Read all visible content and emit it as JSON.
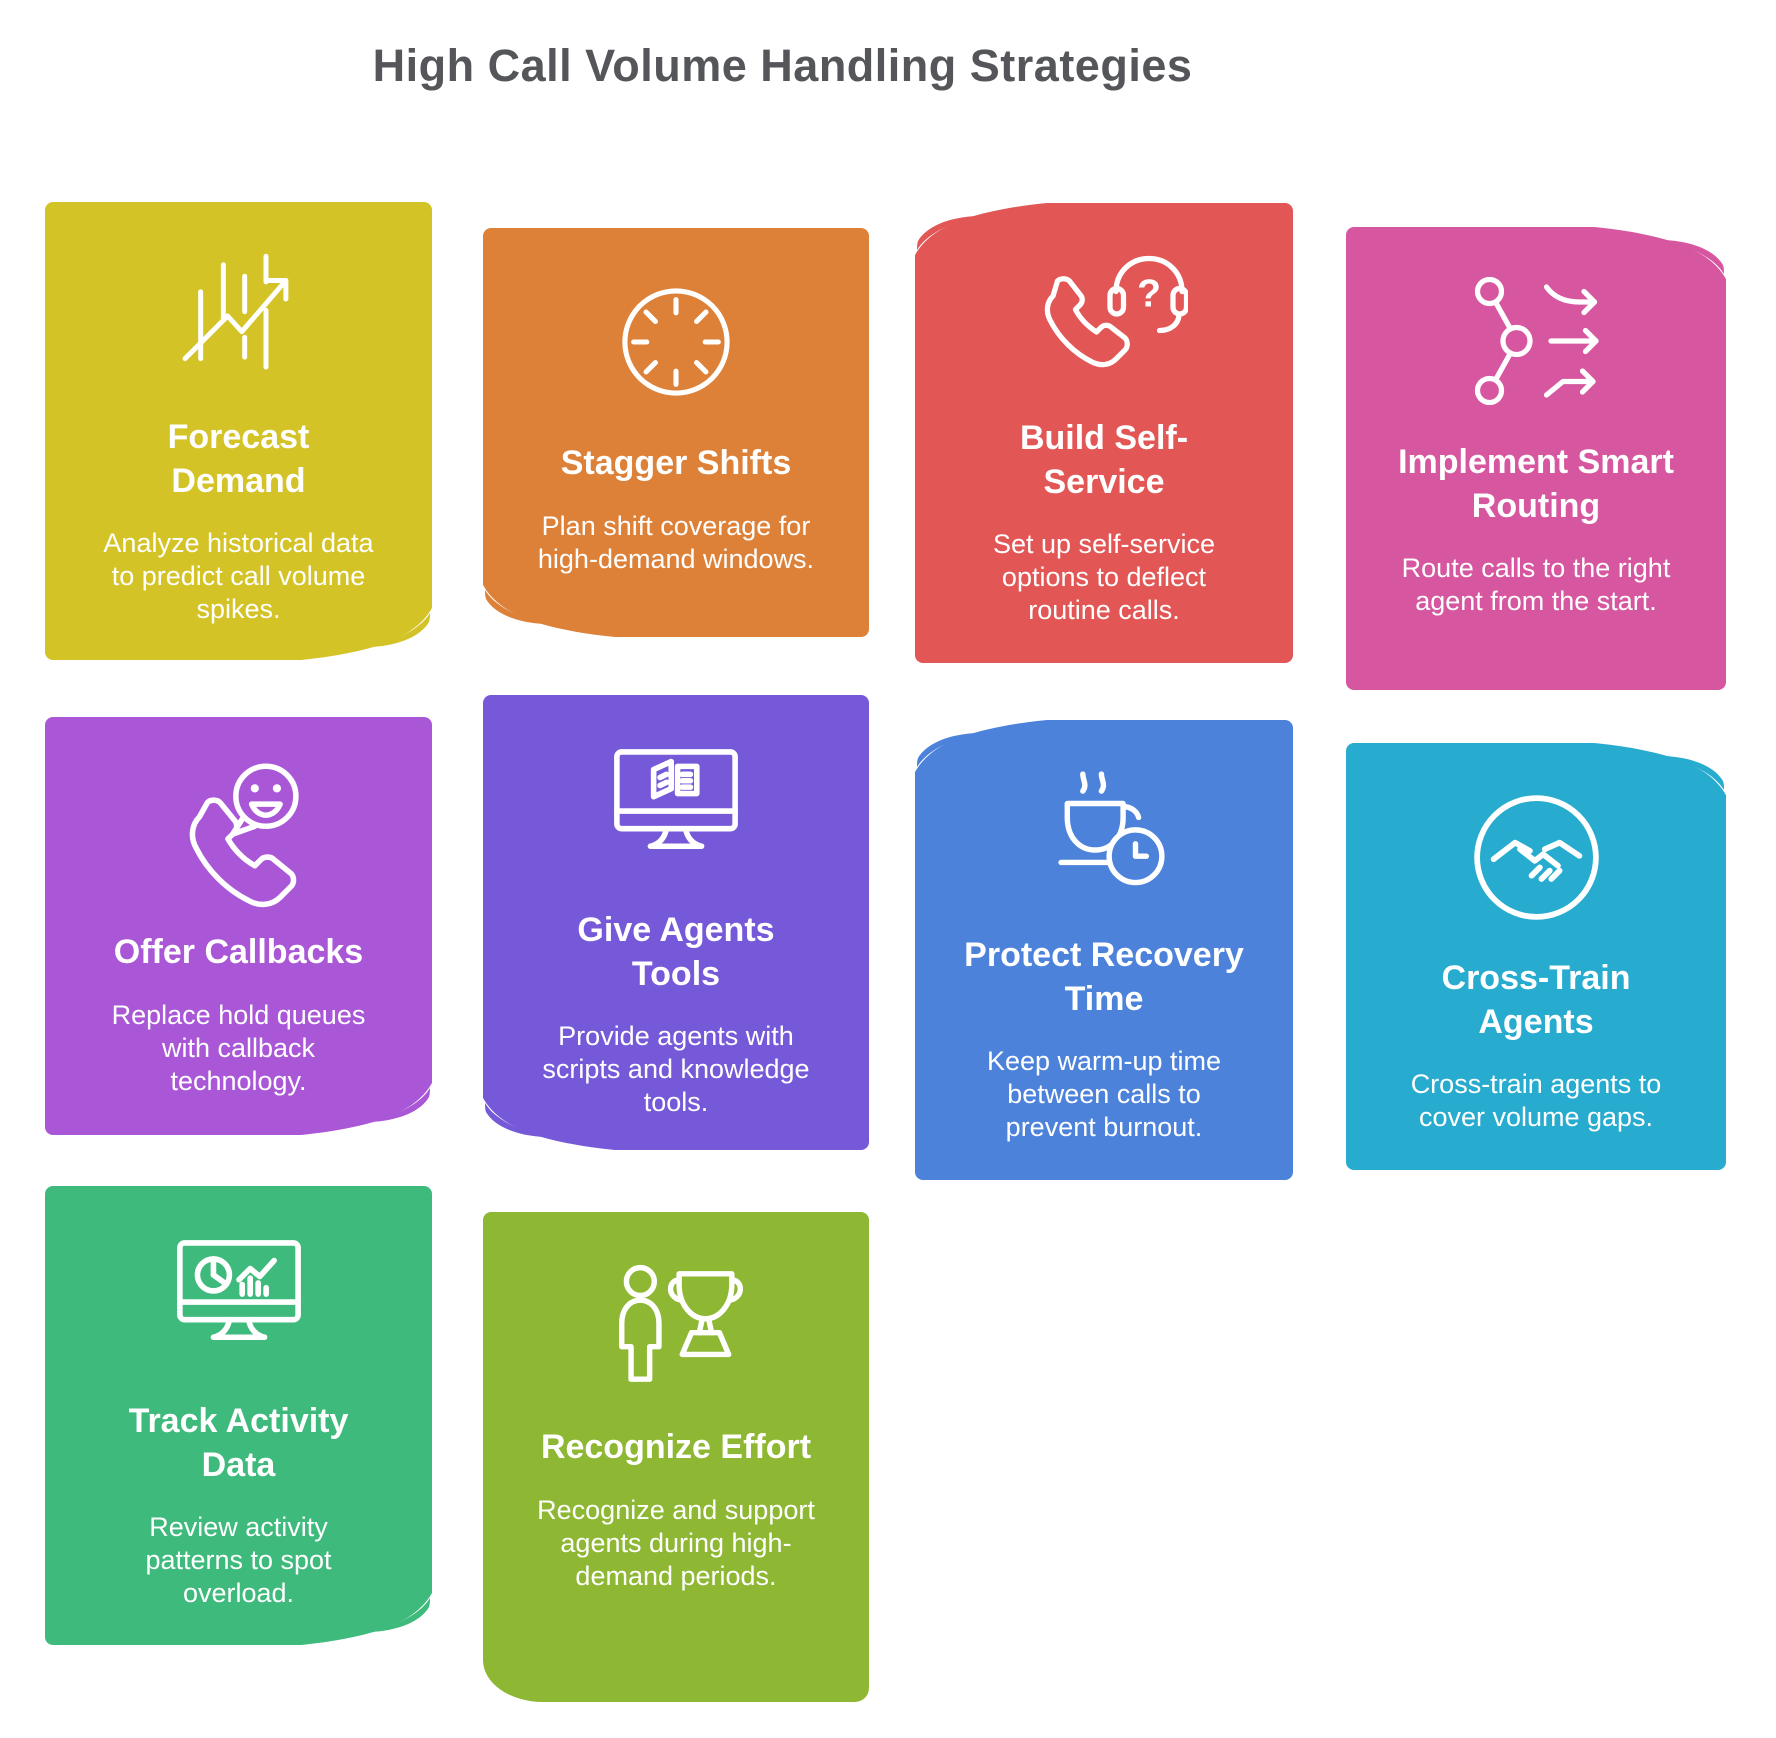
{
  "title": "High Call Volume Handling Strategies",
  "title_color": "#55565a",
  "background": "#ffffff",
  "text_color": "#ffffff",
  "cards": [
    {
      "title": "Forecast Demand",
      "description": "Analyze historical data to predict call volume spikes.",
      "color": "#d4c327",
      "icon": "trend-chart-icon",
      "curl_corner": "bottom-right"
    },
    {
      "title": "Stagger Shifts",
      "description": "Plan shift coverage for high-demand windows.",
      "color": "#dd8138",
      "icon": "clock-dial-icon",
      "curl_corner": "bottom-left"
    },
    {
      "title": "Build Self-Service",
      "description": "Set up self-service options to deflect routine calls.",
      "color": "#e25755",
      "icon": "phone-headset-icon",
      "curl_corner": "top-left"
    },
    {
      "title": "Implement Smart Routing",
      "description": "Route calls to the right agent from the start.",
      "color": "#d6569f",
      "icon": "smart-routing-icon",
      "curl_corner": "top-right"
    },
    {
      "title": "Offer Callbacks",
      "description": "Replace hold queues with callback technology.",
      "color": "#a957d6",
      "icon": "phone-smile-icon",
      "curl_corner": "bottom-right"
    },
    {
      "title": "Give Agents Tools",
      "description": "Provide agents with scripts and knowledge tools.",
      "color": "#7659d8",
      "icon": "monitor-document-icon",
      "curl_corner": "bottom-left"
    },
    {
      "title": "Protect Recovery Time",
      "description": "Keep warm-up time between calls to prevent burnout.",
      "color": "#4c82da",
      "icon": "coffee-clock-icon",
      "curl_corner": "top-left"
    },
    {
      "title": "Cross-Train Agents",
      "description": "Cross-train agents to cover volume gaps.",
      "color": "#27abcf",
      "icon": "handshake-icon",
      "curl_corner": "top-right"
    },
    {
      "title": "Track Activity Data",
      "description": "Review activity patterns to spot overload.",
      "color": "#3eba7c",
      "icon": "monitor-stats-icon",
      "curl_corner": "bottom-right"
    },
    {
      "title": "Recognize Effort",
      "description": "Recognize and support agents during high-demand periods.",
      "color": "#8eb733",
      "icon": "person-trophy-icon",
      "curl_corner": "rounded-bottom-left"
    }
  ]
}
